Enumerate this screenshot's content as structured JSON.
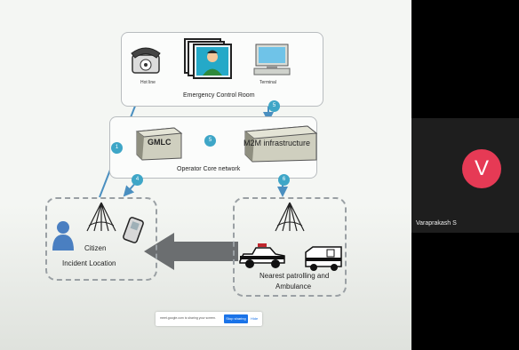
{
  "diagram": {
    "control_room": {
      "title": "Emergency Control Room",
      "hotline": "Hot line",
      "terminal": "Terminal"
    },
    "core": {
      "title": "Operator Core network",
      "gmlc": "GMLC",
      "m2m": "M2M infrastructure"
    },
    "citizen": {
      "line1": "Citizen",
      "line2": "Incident Location"
    },
    "patrol": {
      "line1": "Nearest patrolling and",
      "line2": "Ambulance"
    },
    "badges": [
      "1",
      "5",
      "5",
      "4",
      "6"
    ],
    "colors": {
      "badge": "#3ea6c7",
      "arrow": "#4a8fc0",
      "big_arrow": "#6b6e70"
    }
  },
  "meet": {
    "participant_initial": "V",
    "participant_name": "Varaprakash S",
    "avatar_color": "#e63a55",
    "share_notice": "meet.google.com is sharing your screen.",
    "stop_sharing": "Stop sharing",
    "hide": "Hide"
  }
}
